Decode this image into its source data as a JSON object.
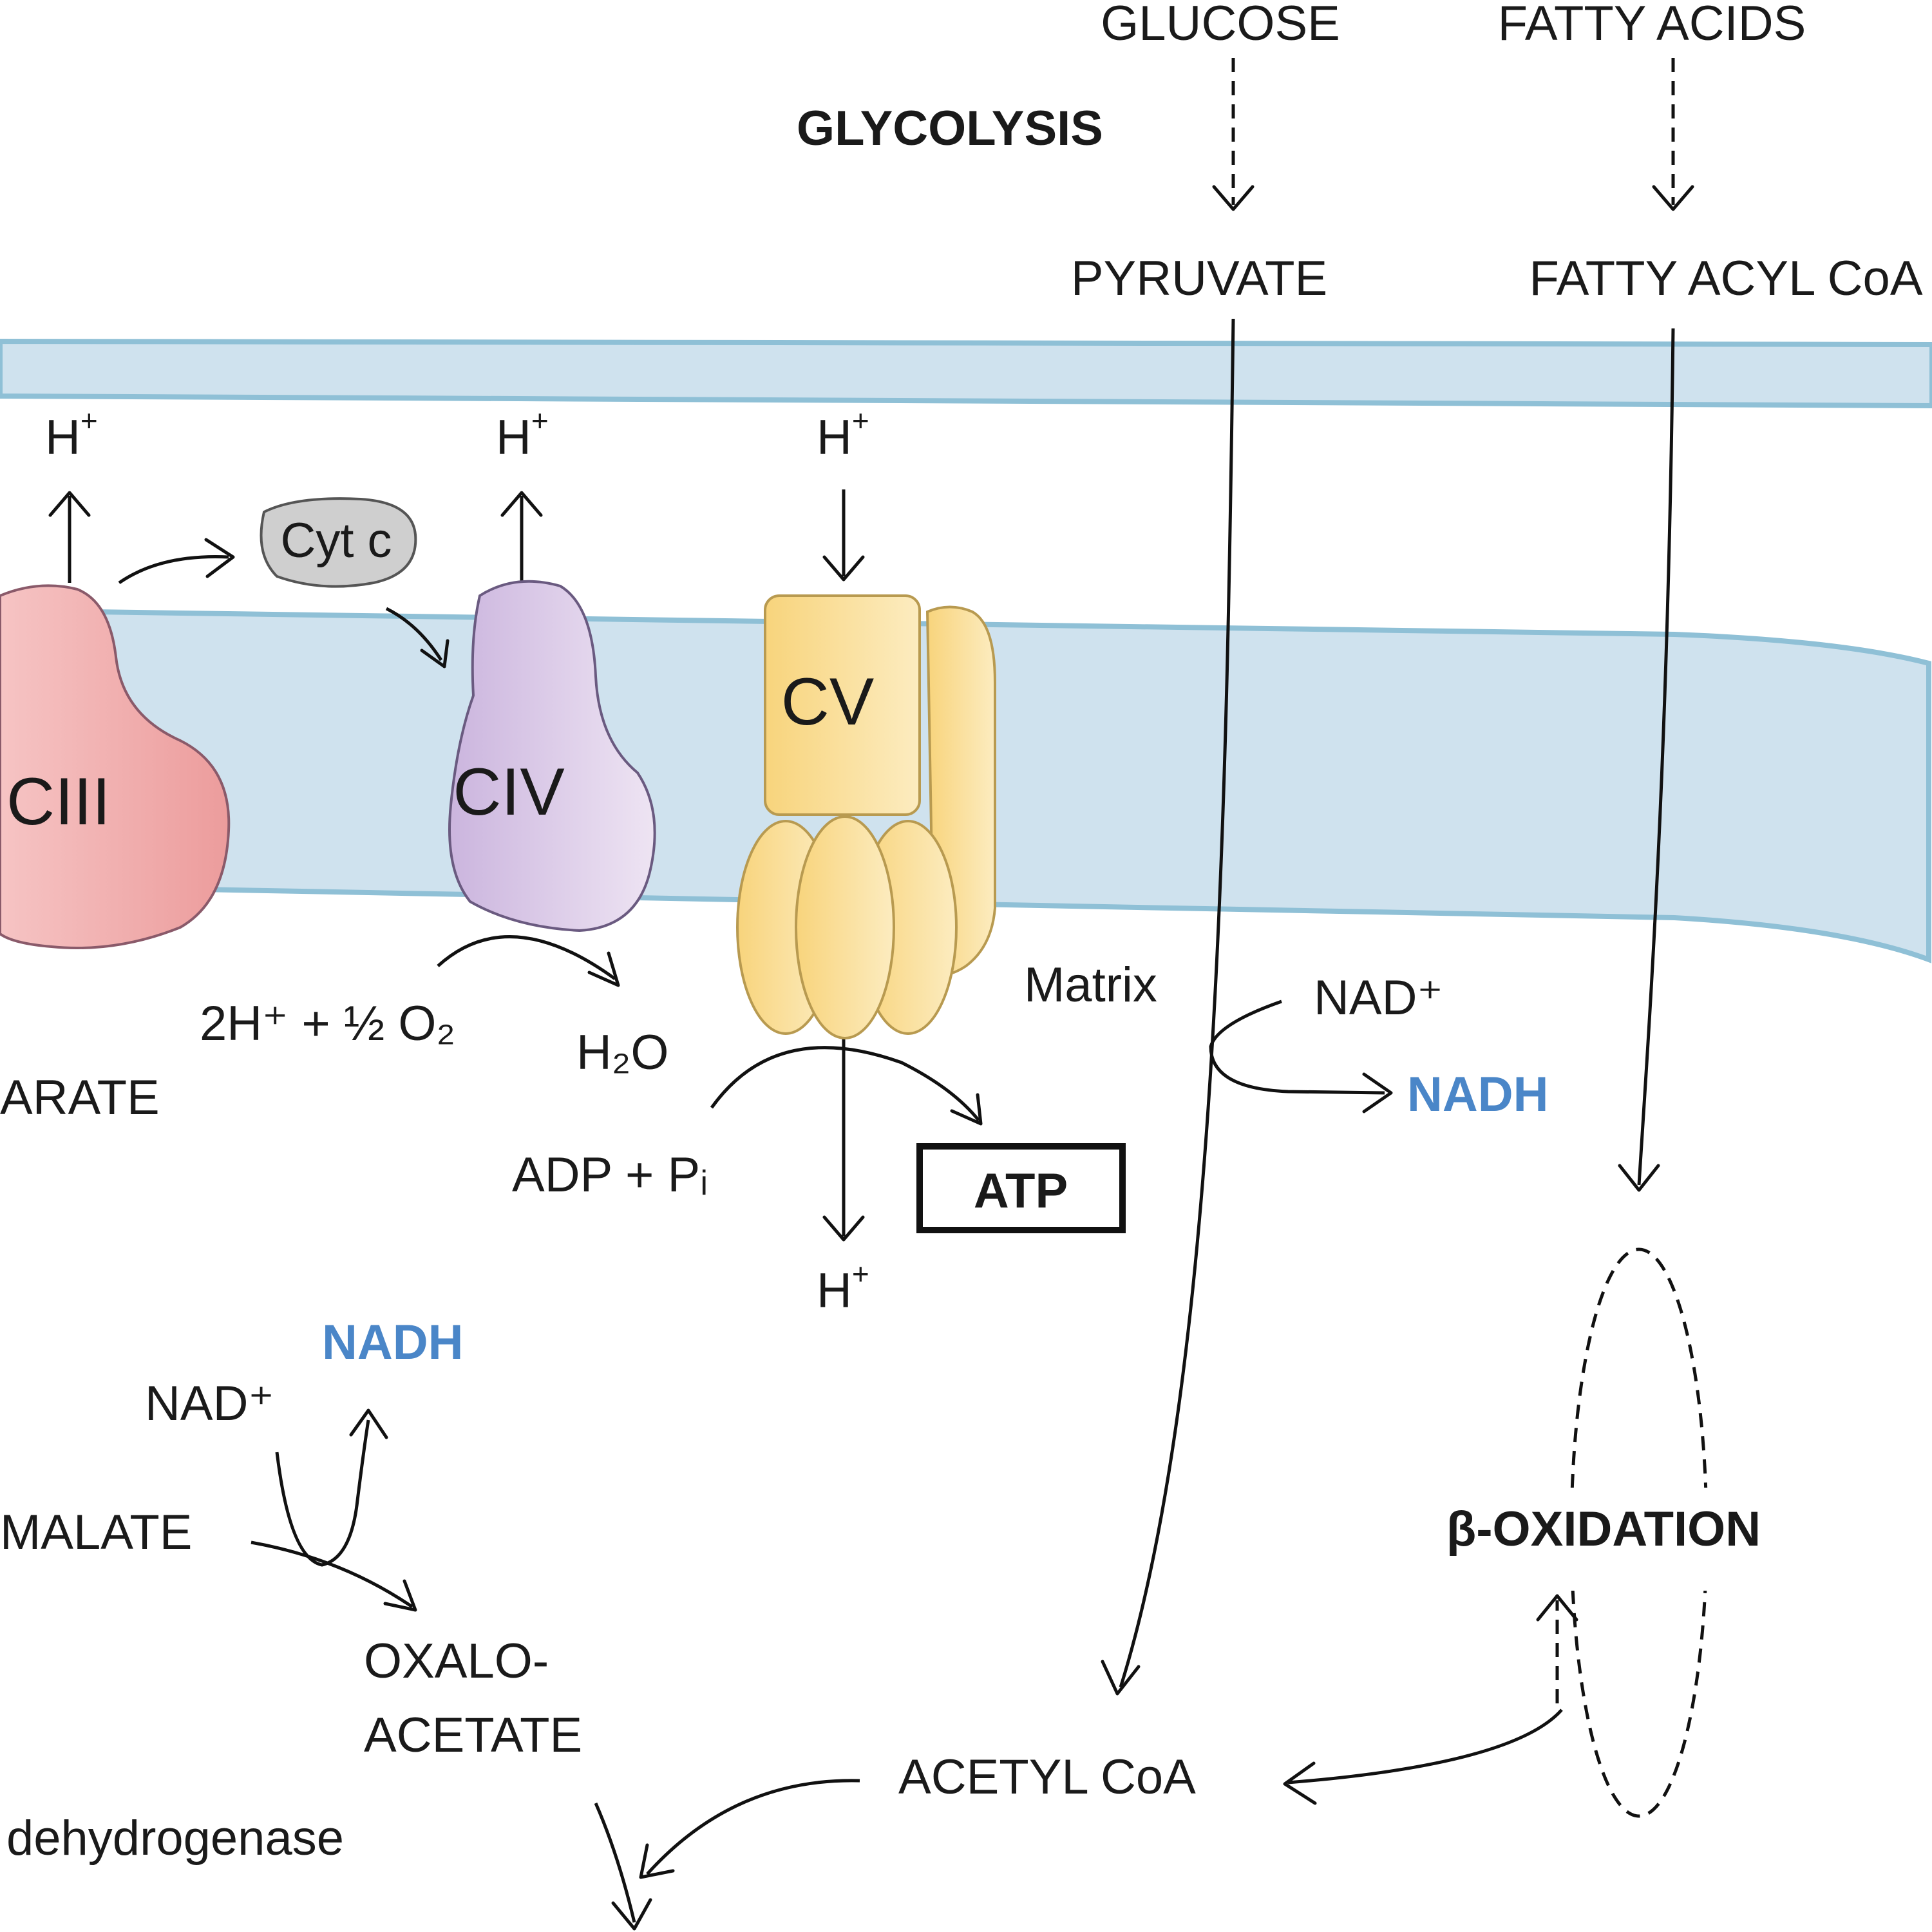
{
  "labels": {
    "glucose": "GLUCOSE",
    "fatty_acids": "FATTY ACIDS",
    "glycolysis": "GLYCOLYSIS",
    "pyruvate": "PYRUVATE",
    "fatty_acyl_coa": "FATTY ACYL CoA",
    "proton_1": "H",
    "proton_2": "H",
    "proton_3": "H",
    "proton_4": "H",
    "proton_sup": "+",
    "cyt_c": "Cyt c",
    "complex_iii": "CIII",
    "complex_iv": "CIV",
    "complex_v": "CV",
    "water_reactant": "2H⁺ + ½ O₂",
    "water_product": "H₂O",
    "adp_pi": "ADP + Pᵢ",
    "atp": "ATP",
    "fumarate_fragment": "ARATE",
    "matrix": "Matrix",
    "nad_1": "NAD⁺",
    "nadh_1": "NADH",
    "nad_2": "NAD⁺",
    "nadh_2": "NADH",
    "malate": "MALATE",
    "oxalo_1": "OXALO-",
    "oxalo_2": "ACETATE",
    "acetyl_coa": "ACETYL CoA",
    "beta_oxidation": "β-OXIDATION",
    "dehydrogenase": "dehydrogenase"
  },
  "colors": {
    "membrane_fill": "#cfe2ee",
    "membrane_edge": "#8fc0d6",
    "complex_iii": "#f0a9a9",
    "complex_iv": "#d7c6e3",
    "complex_v": "#f9dc8e",
    "cyt_c": "#cfcfcf",
    "nadh": "#4a86c8"
  }
}
